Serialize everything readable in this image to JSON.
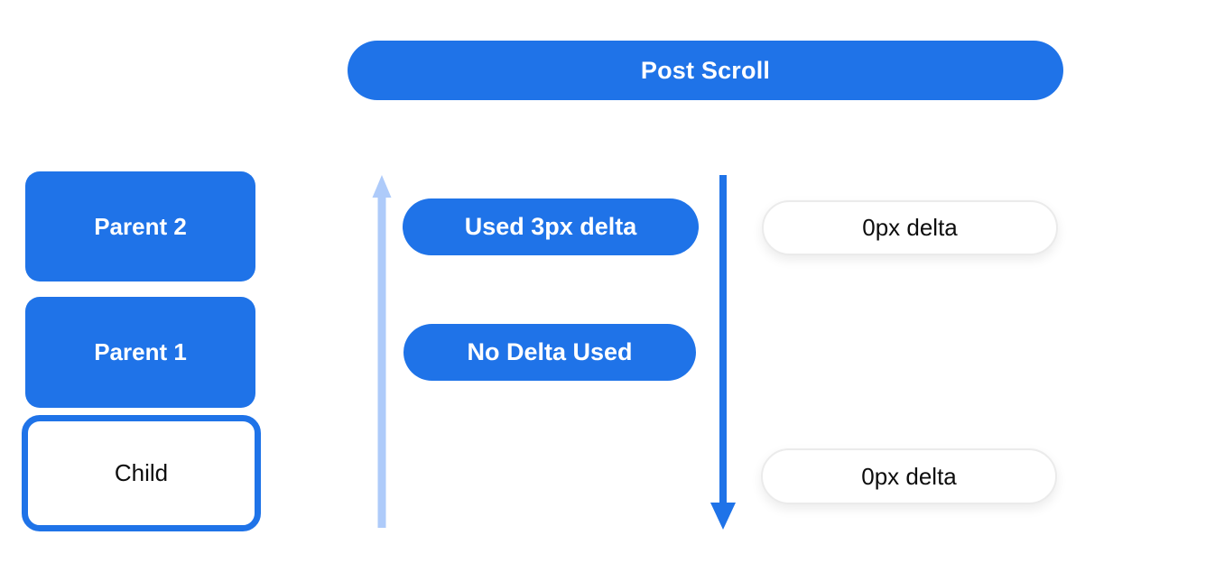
{
  "header": {
    "title": "Post Scroll"
  },
  "left_column": [
    {
      "label": "Parent 2",
      "style": "filled-blue"
    },
    {
      "label": "Parent 1",
      "style": "filled-blue"
    },
    {
      "label": "Child",
      "style": "white-outlined-blue"
    }
  ],
  "middle_column": [
    {
      "label": "Used 3px delta"
    },
    {
      "label": "No Delta Used"
    }
  ],
  "right_column": [
    {
      "label": "0px delta"
    },
    {
      "label": "0px delta"
    }
  ],
  "icons": {
    "up_arrow": "light-blue-arrow-pointing-up",
    "down_arrow": "blue-arrow-pointing-down"
  },
  "colors": {
    "primary_blue": "#1f73e8",
    "light_blue": "#aecbfa",
    "pill_border": "#ebebeb",
    "text_light": "#ffffff",
    "text_dark": "#0d0d0d",
    "background": "#ffffff"
  }
}
